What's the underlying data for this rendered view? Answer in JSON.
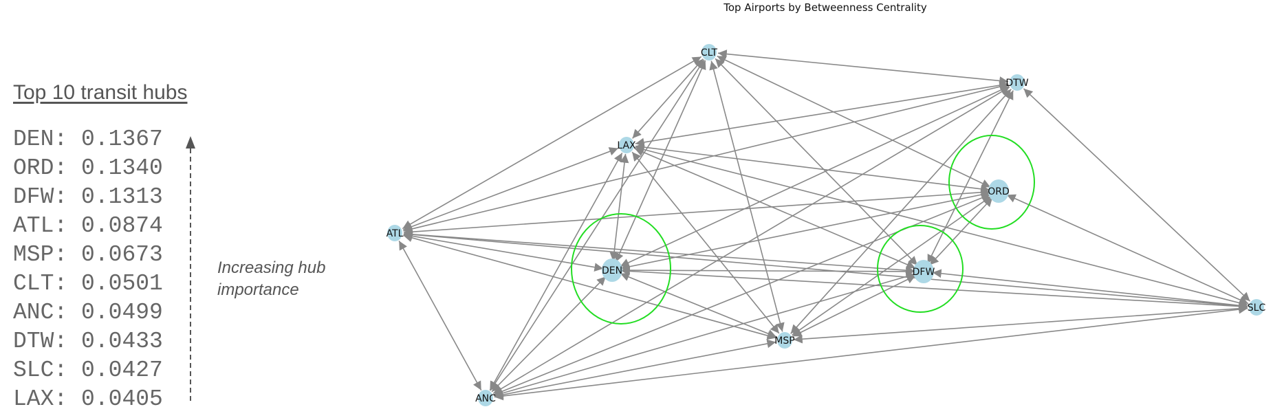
{
  "figure": {
    "title": "Top Airports by Betweenness Centrality"
  },
  "panel": {
    "heading": "Top 10 transit hubs",
    "ranking": [
      {
        "code": "DEN",
        "score": "0.1367"
      },
      {
        "code": "ORD",
        "score": "0.1340"
      },
      {
        "code": "DFW",
        "score": "0.1313"
      },
      {
        "code": "ATL",
        "score": "0.0874"
      },
      {
        "code": "MSP",
        "score": "0.0673"
      },
      {
        "code": "CLT",
        "score": "0.0501"
      },
      {
        "code": "ANC",
        "score": "0.0499"
      },
      {
        "code": "DTW",
        "score": "0.0433"
      },
      {
        "code": "SLC",
        "score": "0.0427"
      },
      {
        "code": "LAX",
        "score": "0.0405"
      }
    ],
    "note": "Increasing hub importance"
  },
  "graph": {
    "nodes": [
      "CLT",
      "DTW",
      "LAX",
      "ORD",
      "ATL",
      "DEN",
      "DFW",
      "SLC",
      "MSP",
      "ANC"
    ],
    "highlighted": [
      "DEN",
      "ORD",
      "DFW"
    ],
    "edges": [
      [
        "ATL",
        "CLT"
      ],
      [
        "ATL",
        "DTW"
      ],
      [
        "ATL",
        "LAX"
      ],
      [
        "ATL",
        "ORD"
      ],
      [
        "ATL",
        "DEN"
      ],
      [
        "ATL",
        "DFW"
      ],
      [
        "ATL",
        "MSP"
      ],
      [
        "ATL",
        "SLC"
      ],
      [
        "ATL",
        "ANC"
      ],
      [
        "CLT",
        "DTW"
      ],
      [
        "CLT",
        "LAX"
      ],
      [
        "CLT",
        "DEN"
      ],
      [
        "CLT",
        "ORD"
      ],
      [
        "CLT",
        "DFW"
      ],
      [
        "CLT",
        "MSP"
      ],
      [
        "CLT",
        "ANC"
      ],
      [
        "DTW",
        "LAX"
      ],
      [
        "DTW",
        "DEN"
      ],
      [
        "DTW",
        "DFW"
      ],
      [
        "DTW",
        "MSP"
      ],
      [
        "DTW",
        "ANC"
      ],
      [
        "DTW",
        "SLC"
      ],
      [
        "LAX",
        "ORD"
      ],
      [
        "LAX",
        "DEN"
      ],
      [
        "LAX",
        "DFW"
      ],
      [
        "LAX",
        "MSP"
      ],
      [
        "LAX",
        "SLC"
      ],
      [
        "LAX",
        "ANC"
      ],
      [
        "ORD",
        "DEN"
      ],
      [
        "ORD",
        "DFW"
      ],
      [
        "ORD",
        "MSP"
      ],
      [
        "ORD",
        "ANC"
      ],
      [
        "ORD",
        "SLC"
      ],
      [
        "DEN",
        "DFW"
      ],
      [
        "DEN",
        "MSP"
      ],
      [
        "DEN",
        "SLC"
      ],
      [
        "DEN",
        "ANC"
      ],
      [
        "DFW",
        "MSP"
      ],
      [
        "DFW",
        "SLC"
      ],
      [
        "DFW",
        "ANC"
      ],
      [
        "MSP",
        "SLC"
      ],
      [
        "MSP",
        "ANC"
      ],
      [
        "SLC",
        "ANC"
      ]
    ],
    "colors": {
      "node": "#add8e6",
      "edge": "#888888",
      "highlight_ring": "#22dd22",
      "text": "#111111"
    }
  }
}
